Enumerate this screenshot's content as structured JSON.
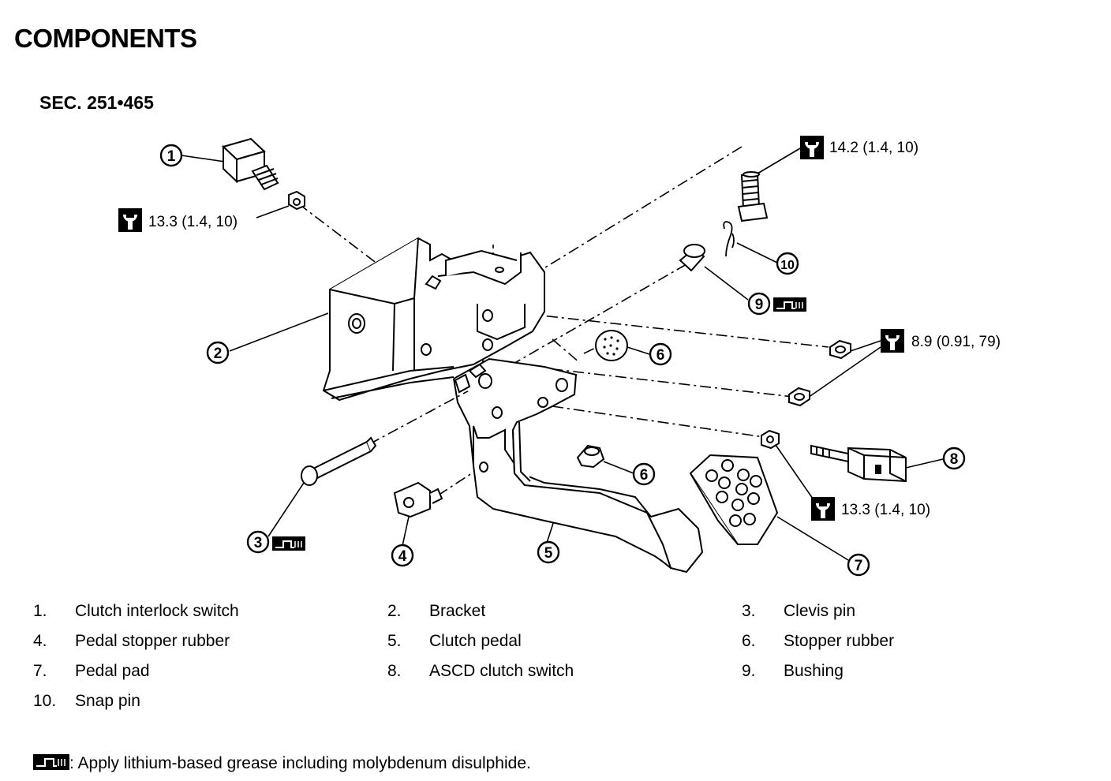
{
  "header": {
    "title": "COMPONENTS",
    "section": "SEC. 251•465"
  },
  "torques": {
    "t1": "14.2 (1.4, 10)",
    "t2": "13.3 (1.4, 10)",
    "t3": "8.9 (0.91, 79)",
    "t4": "13.3 (1.4, 10)"
  },
  "callouts": [
    "1",
    "2",
    "3",
    "4",
    "5",
    "6",
    "6",
    "7",
    "8",
    "9",
    "10"
  ],
  "legend": [
    {
      "num": "1.",
      "label": "Clutch interlock switch"
    },
    {
      "num": "2.",
      "label": "Bracket"
    },
    {
      "num": "3.",
      "label": "Clevis pin"
    },
    {
      "num": "4.",
      "label": "Pedal stopper rubber"
    },
    {
      "num": "5.",
      "label": "Clutch pedal"
    },
    {
      "num": "6.",
      "label": "Stopper rubber"
    },
    {
      "num": "7.",
      "label": "Pedal pad"
    },
    {
      "num": "8.",
      "label": "ASCD clutch switch"
    },
    {
      "num": "9.",
      "label": "Bushing"
    },
    {
      "num": "10.",
      "label": "Snap pin"
    }
  ],
  "note": ": Apply lithium-based grease including molybdenum disulphide.",
  "icons": {
    "torque": "torque-wrench-icon",
    "grease": "grease-apply-icon"
  }
}
